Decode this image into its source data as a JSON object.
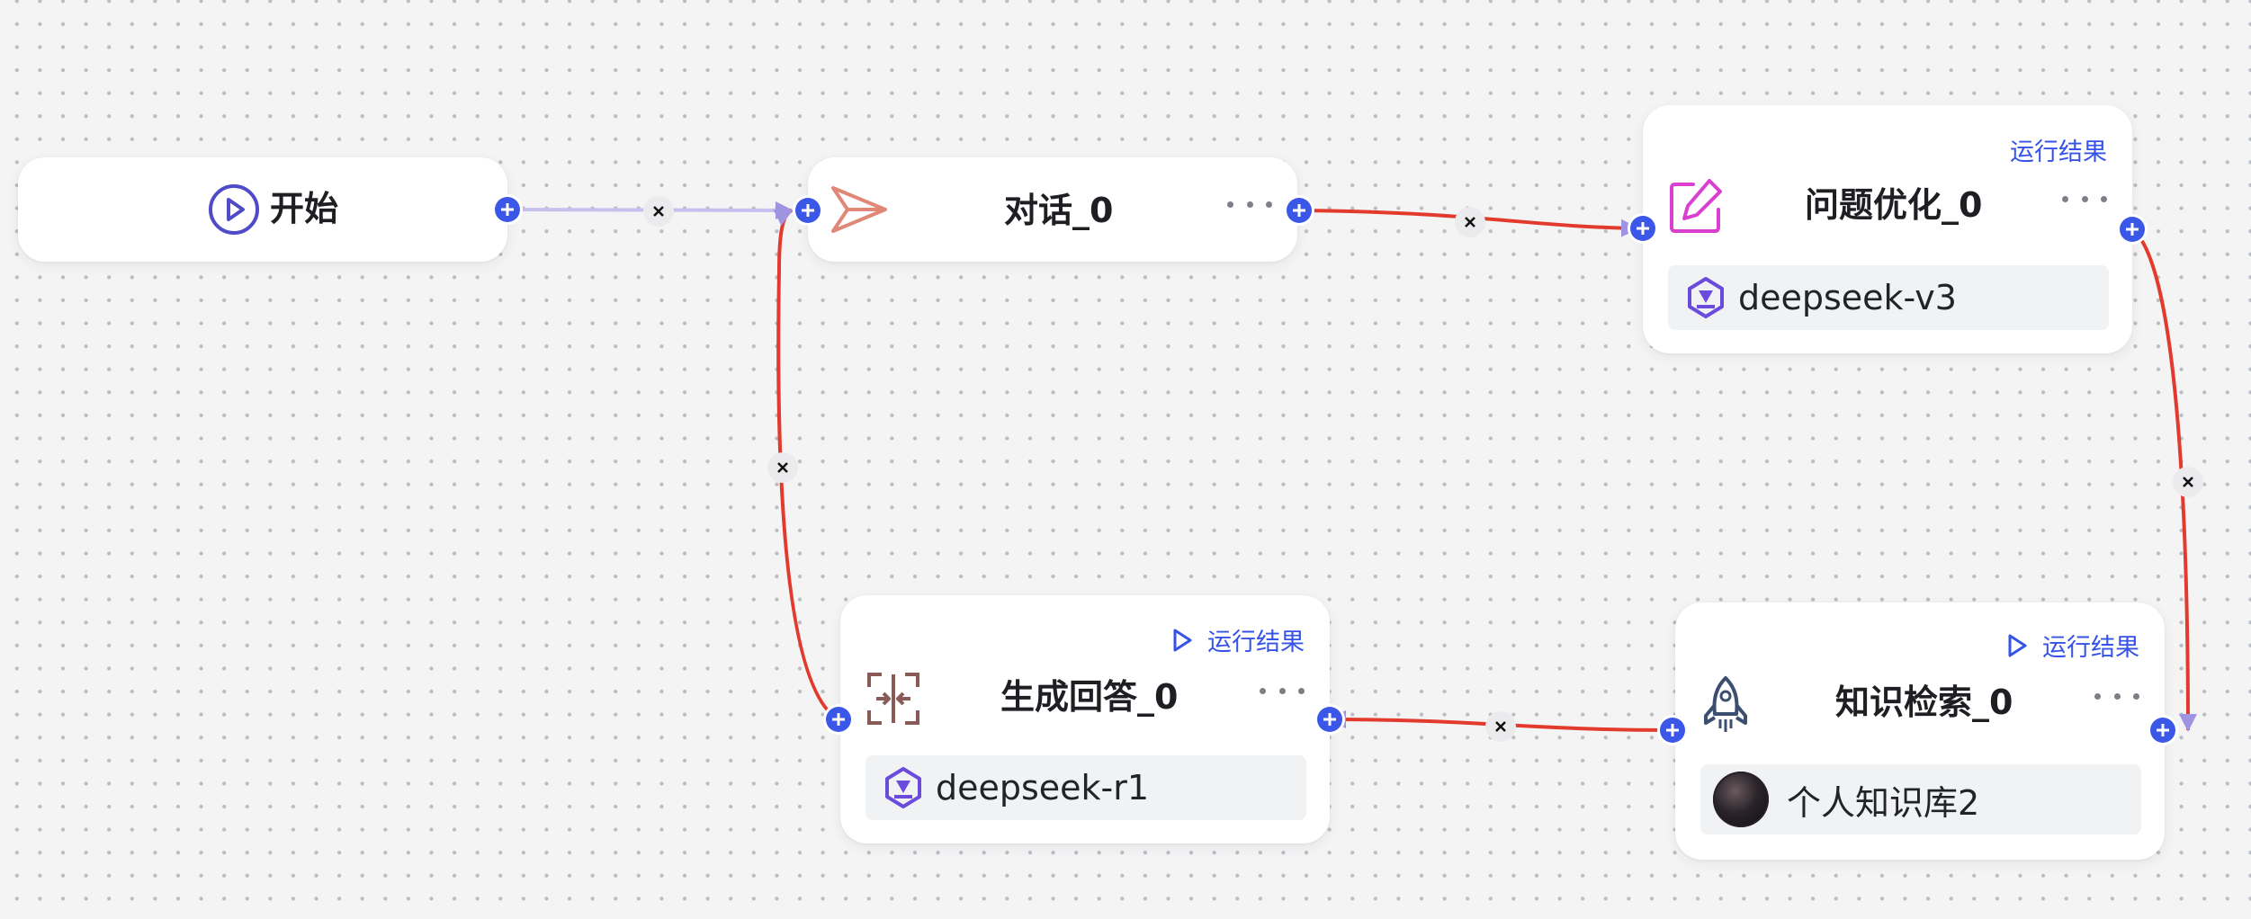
{
  "nodes": {
    "start": {
      "title": "开始",
      "icon": "play-circle-icon"
    },
    "chat": {
      "title": "对话_0",
      "icon": "send-icon"
    },
    "optimize": {
      "title": "问题优化_0",
      "icon": "edit-icon",
      "run_result": "运行结果",
      "model": {
        "label": "deepseek-v3",
        "icon": "model-logo-icon"
      }
    },
    "retrieval": {
      "title": "知识检索_0",
      "icon": "rocket-icon",
      "run_result": "运行结果",
      "knowledge_base": {
        "label": "个人知识库2",
        "icon": "avatar"
      }
    },
    "answer": {
      "title": "生成回答_0",
      "icon": "merge-icon",
      "run_result": "运行结果",
      "model": {
        "label": "deepseek-r1",
        "icon": "model-logo-icon"
      }
    }
  },
  "colors": {
    "accent": "#3a57e8",
    "edge_active": "#e23b2e",
    "edge_idle": "#c5c0ee",
    "arrow": "#9e94e0",
    "background": "#f4f4f5"
  }
}
